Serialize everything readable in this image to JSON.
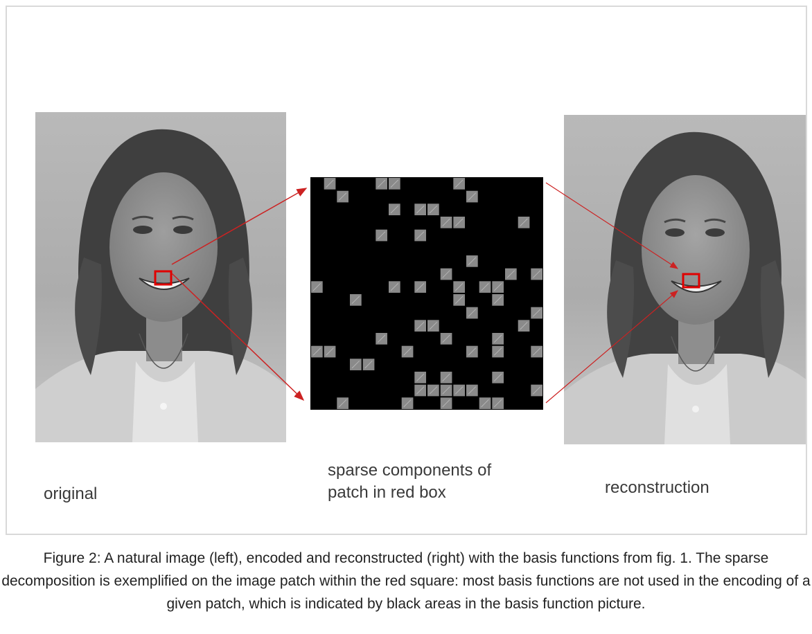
{
  "figure": {
    "labels": {
      "original": "original",
      "sparse": "sparse components of patch in red box",
      "reconstruction": "reconstruction"
    },
    "caption": "Figure 2: A natural image (left), encoded and reconstructed (right) with the basis functions from fig. 1. The sparse decomposition is exemplified on the image patch within the red square: most basis functions are not used in the encoding of a given patch, which is indicated by black areas in the basis function picture.",
    "colors": {
      "highlight": "#e00000",
      "arrow": "#cc2222",
      "basis_background": "#000000",
      "active_basis": "#8a8a8a"
    }
  }
}
